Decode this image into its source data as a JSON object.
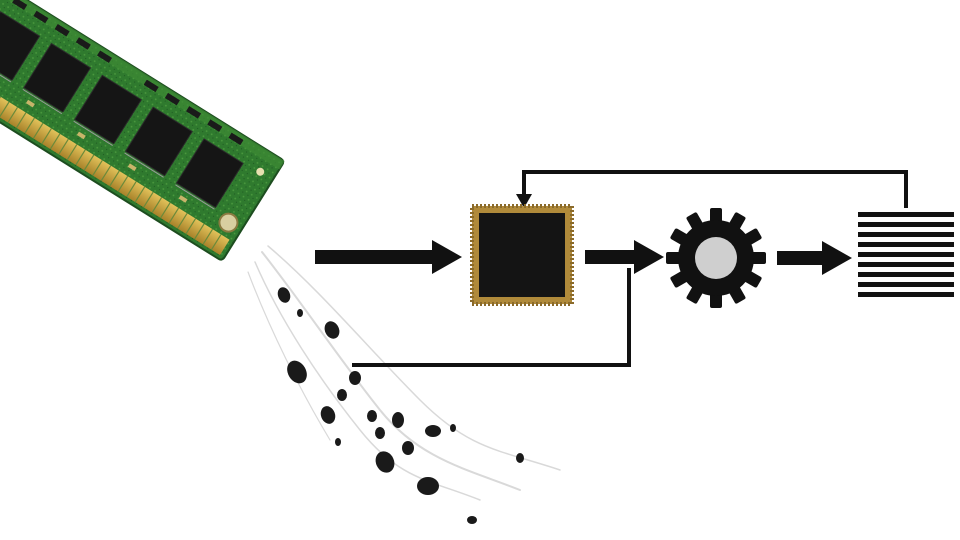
{
  "diagram": {
    "components": [
      {
        "id": "memory-module",
        "icon": "ram-module-icon"
      },
      {
        "id": "processor-chip",
        "icon": "chip-icon"
      },
      {
        "id": "gear",
        "icon": "gear-icon"
      },
      {
        "id": "output-lines",
        "icon": "striped-block-icon"
      }
    ],
    "connections": [
      {
        "from": "memory-module",
        "to": "processor-chip",
        "style": "thick-arrow"
      },
      {
        "from": "processor-chip",
        "to": "gear",
        "style": "thick-arrow"
      },
      {
        "from": "gear",
        "to": "output-lines",
        "style": "thick-arrow"
      },
      {
        "from": "output-lines",
        "to": "processor-chip",
        "style": "feedback-arrow"
      },
      {
        "from": "gear",
        "to": "data-stream",
        "style": "feedback-line"
      }
    ],
    "colors": {
      "pcb_green": "#2f7a2e",
      "pcb_dark": "#1f5a22",
      "gold_contact": "#c9a43a",
      "chip_black": "#141414",
      "chip_border": "#b08a3a",
      "arrow": "#111111",
      "gear_hub": "#cfcfcf",
      "background": "#ffffff"
    }
  }
}
